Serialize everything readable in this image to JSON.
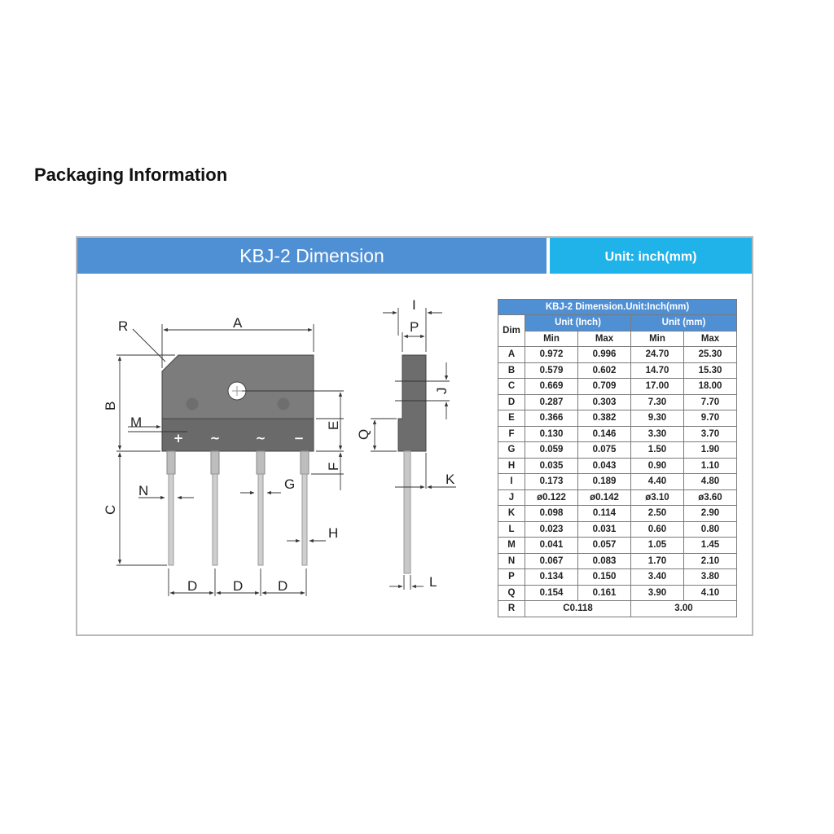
{
  "page_title": "Packaging Information",
  "header": {
    "title": "KBJ-2 Dimension",
    "unit": "Unit: inch(mm)"
  },
  "drawing": {
    "labels": {
      "A": "A",
      "B": "B",
      "C": "C",
      "D": "D",
      "E": "E",
      "F": "F",
      "G": "G",
      "H": "H",
      "I": "I",
      "J": "J",
      "K": "K",
      "L": "L",
      "M": "M",
      "N": "N",
      "P": "P",
      "Q": "Q",
      "R": "R"
    },
    "pins": [
      "+",
      "~",
      "~",
      "−"
    ],
    "colors": {
      "body": "#7c7c7c",
      "body_dark": "#5e5e5e",
      "lead": "#c8c8c8"
    }
  },
  "table": {
    "caption": "KBJ-2 Dimension.Unit:Inch(mm)",
    "dim_header": "Dim",
    "unit_inch": "Unit (Inch)",
    "unit_mm": "Unit (mm)",
    "min": "Min",
    "max": "Max",
    "rows": [
      {
        "dim": "A",
        "in_min": "0.972",
        "in_max": "0.996",
        "mm_min": "24.70",
        "mm_max": "25.30"
      },
      {
        "dim": "B",
        "in_min": "0.579",
        "in_max": "0.602",
        "mm_min": "14.70",
        "mm_max": "15.30"
      },
      {
        "dim": "C",
        "in_min": "0.669",
        "in_max": "0.709",
        "mm_min": "17.00",
        "mm_max": "18.00"
      },
      {
        "dim": "D",
        "in_min": "0.287",
        "in_max": "0.303",
        "mm_min": "7.30",
        "mm_max": "7.70"
      },
      {
        "dim": "E",
        "in_min": "0.366",
        "in_max": "0.382",
        "mm_min": "9.30",
        "mm_max": "9.70"
      },
      {
        "dim": "F",
        "in_min": "0.130",
        "in_max": "0.146",
        "mm_min": "3.30",
        "mm_max": "3.70"
      },
      {
        "dim": "G",
        "in_min": "0.059",
        "in_max": "0.075",
        "mm_min": "1.50",
        "mm_max": "1.90"
      },
      {
        "dim": "H",
        "in_min": "0.035",
        "in_max": "0.043",
        "mm_min": "0.90",
        "mm_max": "1.10"
      },
      {
        "dim": "I",
        "in_min": "0.173",
        "in_max": "0.189",
        "mm_min": "4.40",
        "mm_max": "4.80"
      },
      {
        "dim": "J",
        "in_min": "ø0.122",
        "in_max": "ø0.142",
        "mm_min": "ø3.10",
        "mm_max": "ø3.60"
      },
      {
        "dim": "K",
        "in_min": "0.098",
        "in_max": "0.114",
        "mm_min": "2.50",
        "mm_max": "2.90"
      },
      {
        "dim": "L",
        "in_min": "0.023",
        "in_max": "0.031",
        "mm_min": "0.60",
        "mm_max": "0.80"
      },
      {
        "dim": "M",
        "in_min": "0.041",
        "in_max": "0.057",
        "mm_min": "1.05",
        "mm_max": "1.45"
      },
      {
        "dim": "N",
        "in_min": "0.067",
        "in_max": "0.083",
        "mm_min": "1.70",
        "mm_max": "2.10"
      },
      {
        "dim": "P",
        "in_min": "0.134",
        "in_max": "0.150",
        "mm_min": "3.40",
        "mm_max": "3.80"
      },
      {
        "dim": "Q",
        "in_min": "0.154",
        "in_max": "0.161",
        "mm_min": "3.90",
        "mm_max": "4.10"
      }
    ],
    "row_r": {
      "dim": "R",
      "in": "C0.118",
      "mm": "3.00"
    }
  }
}
